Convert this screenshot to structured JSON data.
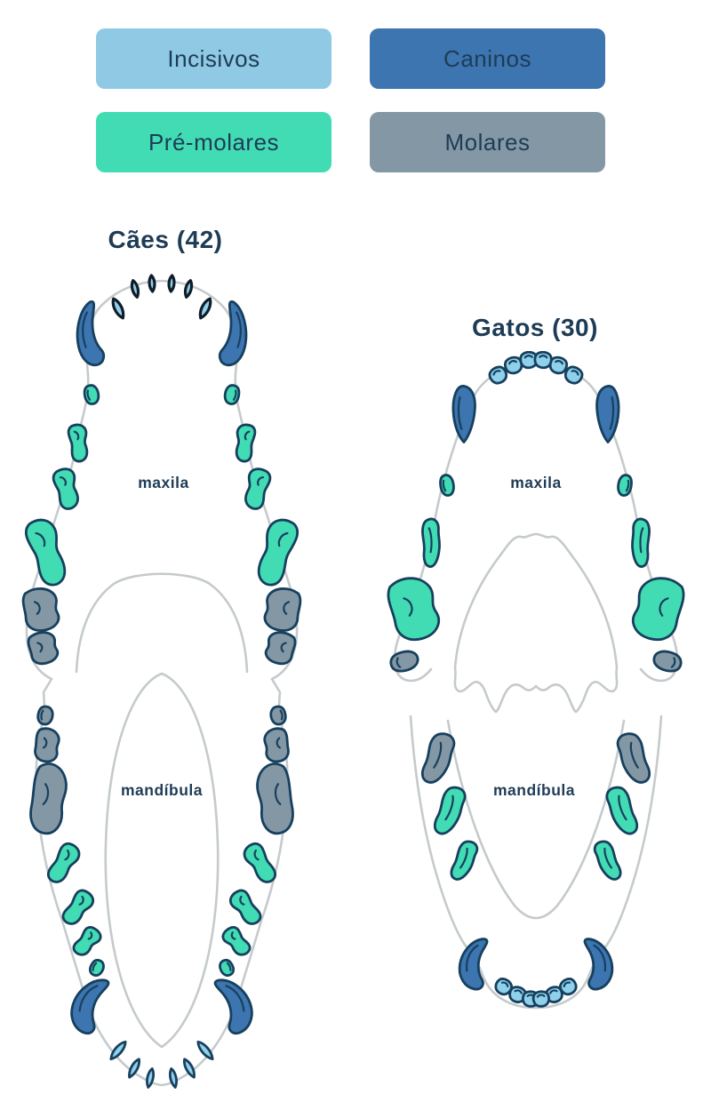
{
  "legend": {
    "items": [
      {
        "key": "incisivos",
        "label": "Incisivos"
      },
      {
        "key": "caninos",
        "label": "Caninos"
      },
      {
        "key": "premolares",
        "label": "Pré-molares"
      },
      {
        "key": "molares",
        "label": "Molares"
      }
    ]
  },
  "colors": {
    "incisivos": "#8FC9E3",
    "incisivos_dente": "#8FD0EA",
    "caninos": "#3C75AF",
    "premolares": "#42DCB4",
    "molares": "#8497A5",
    "contorno": "#17405E",
    "contorno_escuro": "#101D28",
    "gengiva": "#C5CACD",
    "texto": "#1E3C56",
    "fundo": "#FFFFFF"
  },
  "diagrams": [
    {
      "id": "caes",
      "title": "Cães (42)",
      "total_dentes": 42,
      "maxila_label": "maxila",
      "mandibula_label": "mandíbula",
      "dentes": {
        "maxila": {
          "incisivos": 6,
          "caninos": 2,
          "pre_molares": 8,
          "molares": 4
        },
        "mandibula": {
          "incisivos": 6,
          "caninos": 2,
          "pre_molares": 8,
          "molares": 6
        }
      }
    },
    {
      "id": "gatos",
      "title": "Gatos (30)",
      "total_dentes": 30,
      "maxila_label": "maxila",
      "mandibula_label": "mandíbula",
      "dentes": {
        "maxila": {
          "incisivos": 6,
          "caninos": 2,
          "pre_molares": 6,
          "molares": 2
        },
        "mandibula": {
          "incisivos": 6,
          "caninos": 2,
          "pre_molares": 4,
          "molares": 2
        }
      }
    }
  ]
}
